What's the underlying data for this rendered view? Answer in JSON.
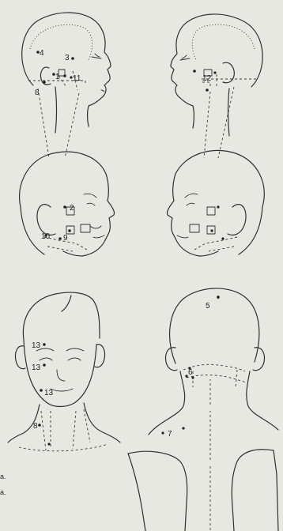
{
  "point_labels": {
    "p4": "4",
    "p3": "3",
    "p1": "1",
    "p11": "11",
    "p8": "8",
    "p12": "12",
    "p2": "2",
    "p10": "10",
    "p9": "9",
    "p13a": "13",
    "p13b": "13",
    "p13c": "13",
    "p8b": "8",
    "p5": "5",
    "p6": "6",
    "p7": "7"
  },
  "caption_fragments": {
    "line1": "a.",
    "line2": "a."
  },
  "colors": {
    "paper": "#e8e8e3",
    "ink": "#2f2f2f"
  }
}
